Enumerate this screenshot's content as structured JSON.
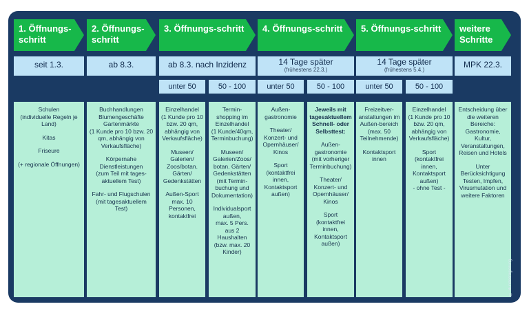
{
  "steps": [
    {
      "title": "1. Öffnungs-schritt",
      "date": "seit 1.3.",
      "date_sub": ""
    },
    {
      "title": "2. Öffnungs-schritt",
      "date": "ab 8.3.",
      "date_sub": ""
    },
    {
      "title": "3. Öffnungs-schritt",
      "date": "ab 8.3. nach Inzidenz",
      "date_sub": ""
    },
    {
      "title": "4. Öffnungs-schritt",
      "date": "14 Tage später",
      "date_sub": "(frühestens 22.3.)"
    },
    {
      "title": "5. Öffnungs-schritt",
      "date": "14 Tage später",
      "date_sub": "(frühestens 5.4.)"
    },
    {
      "title": "weitere Schritte",
      "date": "MPK 22.3.",
      "date_sub": ""
    }
  ],
  "sublabels": {
    "under50": "unter 50",
    "range50_100": "50 - 100"
  },
  "bodies": {
    "s1": [
      "Schulen",
      "(individuelle Regeln je Land)",
      "Kitas",
      "Friseure",
      "(+ regionale Öffnungen)"
    ],
    "s2": [
      "Buchhandlungen Blumengeschäfte Gartenmärkte",
      "(1 Kunde pro 10 bzw. 20 qm, abhängig von Verkaufsfläche)",
      "Körpernahe Dienstleistungen",
      "(zum Teil mit tages-aktuellem Test)",
      "Fahr- und Flugschulen",
      "(mit tagesaktuellem Test)"
    ],
    "s3a": [
      "Einzelhandel",
      "(1 Kunde pro 10 bzw. 20 qm, abhängig von Verkaufsfläche)",
      "Museen/ Galerien/ Zoos/botan. Gärten/ Gedenkstätten",
      "Außen-Sport max. 10 Personen, kontaktfrei"
    ],
    "s3b": [
      "Termin-shopping im Einzelhandel",
      "(1 Kunde/40qm, Terminbuchung)",
      "Museen/ Galerien/Zoos/ botan. Gärten/ Gedenkstätten",
      "(mit Termin-buchung und Dokumentation)",
      "Individualsport außen,",
      "max. 5 Pers. aus 2 Haushalten (bzw. max. 20 Kinder)"
    ],
    "s4a": [
      "Außen-gastronomie",
      "Theater/ Konzert- und Opernhäuser/ Kinos",
      "Sport",
      "(kontaktfrei innen, Kontaktsport außen)"
    ],
    "s4b": [
      "Jeweils mit tagesaktuellem Schnell- oder Selbsttest:",
      "Außen-gastronomie",
      "(mit vorheriger Terminbuchung)",
      "Theater/ Konzert- und Opernhäuser/ Kinos",
      "Sport",
      "(kontaktfrei innen, Kontaktsport außen)"
    ],
    "s5a": [
      "Freizeitver-anstaltungen im Außen-bereich",
      "(max. 50 Teilnehmende)",
      "Kontaktsport innen"
    ],
    "s5b": [
      "Einzelhandel",
      "(1 Kunde pro 10 bzw. 20 qm, abhängig von Verkaufsfläche)",
      "Sport",
      "(kontaktfrei innen, Kontaktsport außen)",
      "- ohne Test -"
    ],
    "s6": [
      "Entscheidung über die weiteren Bereiche: Gastronomie, Kultur, Veranstaltungen, Reisen und Hotels",
      "Unter Berücksichtigung Testen, Impfen, Virusmutation und weitere Faktoren"
    ]
  },
  "copyright": "© Bundesregierung",
  "colors": {
    "background": "#1a3a63",
    "step": "#17b84a",
    "date": "#bfe3f7",
    "body": "#b6efd8"
  }
}
